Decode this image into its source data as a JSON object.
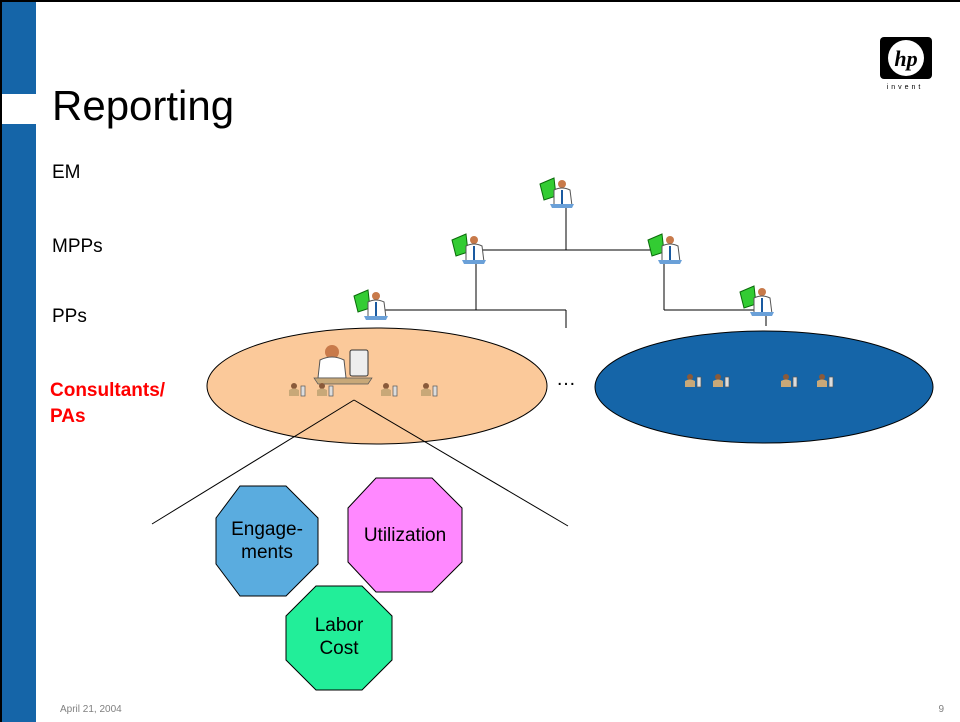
{
  "slide": {
    "title": "Reporting",
    "levels": {
      "em": "EM",
      "mpps": "MPPs",
      "pps": "PPs",
      "consultants_line1": "Consultants/",
      "consultants_line2": "PAs"
    },
    "ellipsis": "…",
    "metrics": {
      "engagements_line1": "Engage-",
      "engagements_line2": "ments",
      "utilization": "Utilization",
      "labor_cost_line1": "Labor",
      "labor_cost_line2": "Cost"
    },
    "footer": {
      "date": "April 21, 2004",
      "page": "9"
    },
    "logo": {
      "mark": "hp",
      "tagline": "invent"
    },
    "colors": {
      "left_bar": "#1565a8",
      "left_ellipse": "#fbc99a",
      "right_ellipse": "#1565a8",
      "engagements": "#5aacdf",
      "utilization": "#ff88ff",
      "labor_cost": "#22ee99",
      "consultants_text": "#ff0000"
    },
    "icons": [
      "manager-icon",
      "consultant-icon",
      "presenter-icon",
      "hp-logo"
    ]
  }
}
